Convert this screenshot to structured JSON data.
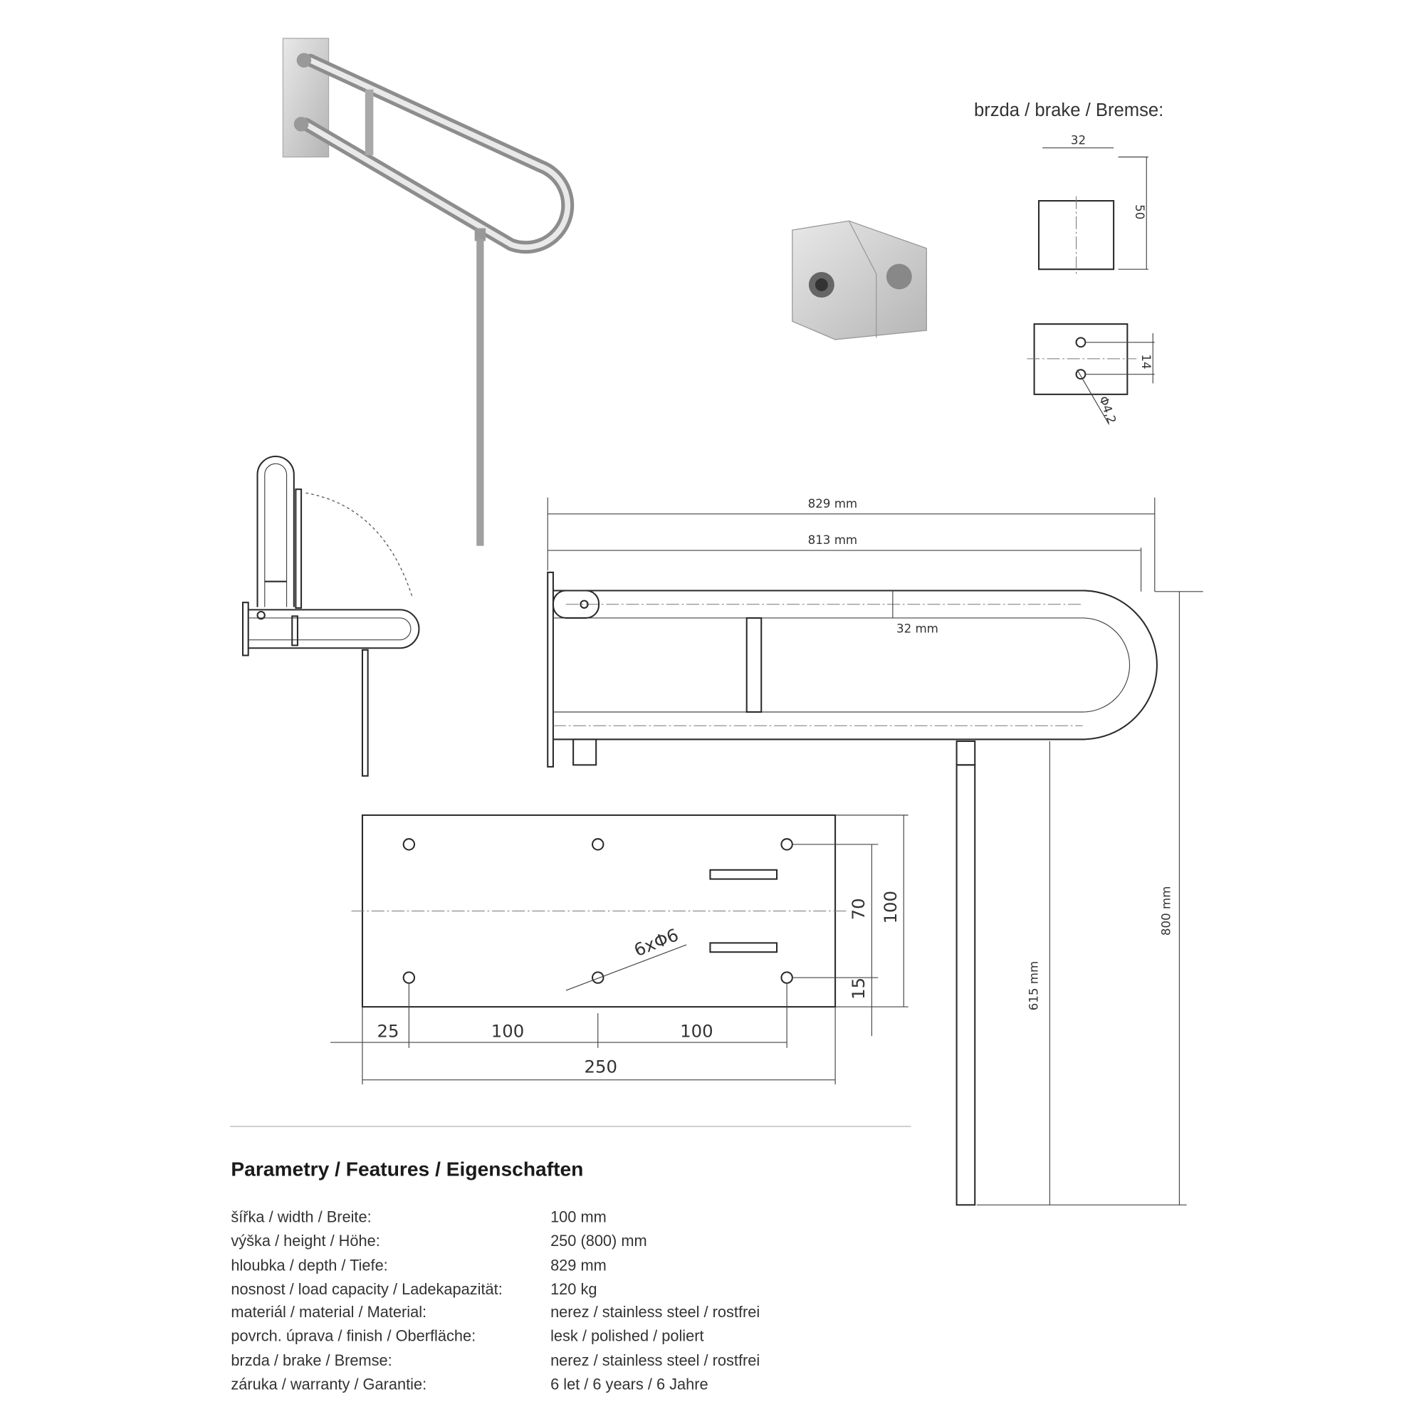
{
  "brake_section": {
    "title": "brzda / brake / Bremse:",
    "dim_width": "32",
    "dim_height": "50",
    "dim_hole_spacing": "14",
    "dim_hole": "Φ4,2"
  },
  "side_view": {
    "dim_total": "829 mm",
    "dim_inner": "813 mm",
    "dim_tube": "32 mm",
    "dim_height": "800 mm",
    "dim_leg": "615 mm"
  },
  "plate": {
    "holes_label": "6xΦ6",
    "dim_70": "70",
    "dim_100_v": "100",
    "dim_15": "15",
    "dim_25": "25",
    "dim_100_a": "100",
    "dim_100_b": "100",
    "dim_250": "250"
  },
  "features": {
    "title": "Parametry / Features / Eigenschaften",
    "rows": [
      {
        "label": "šířka / width / Breite:",
        "value": "100 mm"
      },
      {
        "label": "výška / height / Höhe:",
        "value": "250 (800) mm"
      },
      {
        "label": "hloubka / depth / Tiefe:",
        "value": "829 mm"
      },
      {
        "label": "nosnost / load capacity / Ladekapazität:",
        "value": "120 kg"
      },
      {
        "label": "materiál / material / Material:",
        "value": "nerez / stainless steel / rostfrei"
      },
      {
        "label": "povrch. úprava / finish / Oberfläche:",
        "value": "lesk / polished / poliert"
      },
      {
        "label": "brzda / brake / Bremse:",
        "value": "nerez / stainless steel / rostfrei"
      },
      {
        "label": "záruka / warranty / Garantie:",
        "value": "6 let / 6 years / 6 Jahre"
      }
    ]
  }
}
